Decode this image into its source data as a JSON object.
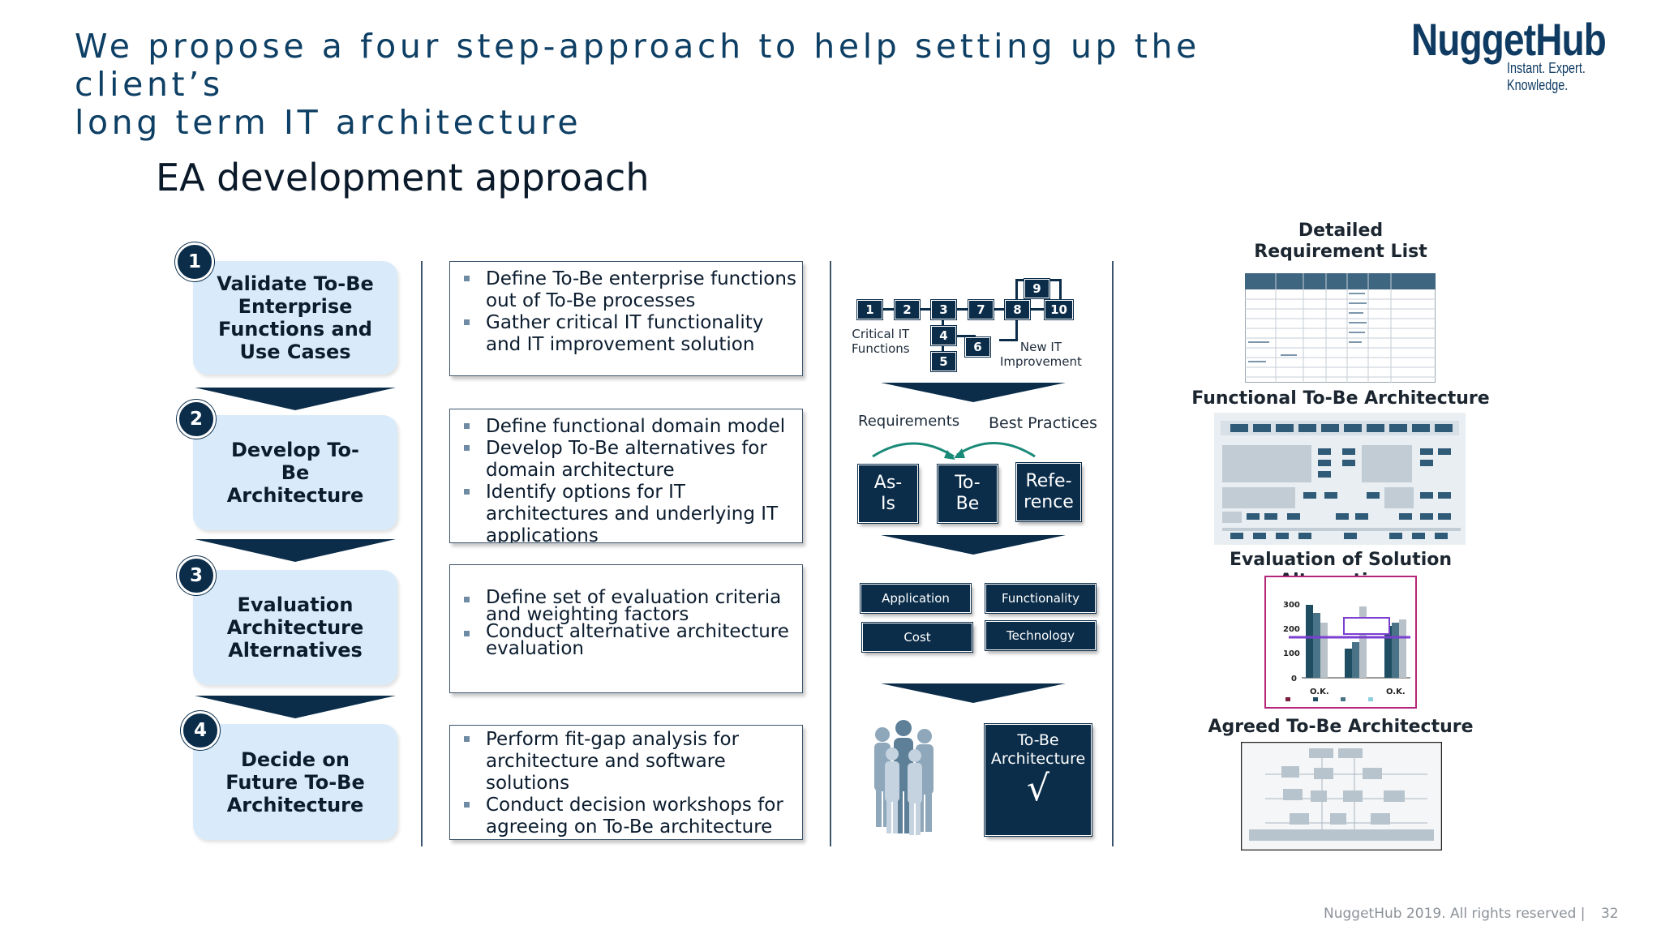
{
  "header": {
    "title_line1": "We propose a four step-approach to help setting up the client’s",
    "title_line2": "long term IT architecture",
    "logo_text": "NuggetHub",
    "logo_tagline": "Instant. Expert. Knowledge.",
    "subtitle": "EA development approach"
  },
  "steps": [
    {
      "number": "1",
      "title": "Validate To-Be Enterprise Functions and Use Cases",
      "bullets": [
        "Define To-Be enterprise functions out of To-Be processes",
        "Gather critical IT functionality and IT improvement solution"
      ]
    },
    {
      "number": "2",
      "title": "Develop To-Be Architecture",
      "bullets": [
        "Define functional domain model",
        "Develop To-Be alternatives for domain architecture",
        "Identify options for IT architectures and underlying IT applications"
      ]
    },
    {
      "number": "3",
      "title": "Evaluation Architecture Alternatives",
      "bullets": [
        "Define set of evaluation criteria and weighting factors",
        "Conduct alternative architecture evaluation"
      ]
    },
    {
      "number": "4",
      "title": "Decide on Future To-Be Architecture",
      "bullets": [
        "Perform fit-gap analysis for architecture and software solutions",
        "Conduct decision workshops for agreeing on To-Be architecture"
      ]
    }
  ],
  "diagram1": {
    "boxes": [
      "1",
      "2",
      "3",
      "4",
      "5",
      "6",
      "7",
      "8",
      "9",
      "10"
    ],
    "label_left": "Critical IT\nFunctions",
    "label_right": "New IT\nImprovement"
  },
  "diagram2": {
    "label_requirements": "Requirements",
    "label_best_practices": "Best Practices",
    "as_is": "As-\nIs",
    "to_be": "To-\nBe",
    "reference": "Refe-\nrence"
  },
  "diagram3": {
    "application": "Application",
    "functionality": "Functionality",
    "cost": "Cost",
    "technology": "Technology"
  },
  "diagram4": {
    "to_be_arch": "To-Be\nArchitecture",
    "check": "√"
  },
  "right": {
    "h1": "Detailed\nRequirement List",
    "h2": "Functional To-Be Architecture",
    "h3": "Evaluation of Solution Alternatives",
    "h4": "Agreed To-Be Architecture",
    "mini_chart_ticks": [
      "300",
      "200",
      "100",
      "0"
    ],
    "mini_chart_xlabels": [
      "O.K.",
      "O.K."
    ]
  },
  "footer": {
    "text": "NuggetHub 2019. All rights reserved |",
    "page": "32"
  },
  "colors": {
    "navy": "#0b2d4a",
    "light_blue": "#d9ebfa",
    "title_blue": "#0e3f64",
    "chart_border": "#b5267a",
    "chart_line": "#7b3fd1"
  }
}
